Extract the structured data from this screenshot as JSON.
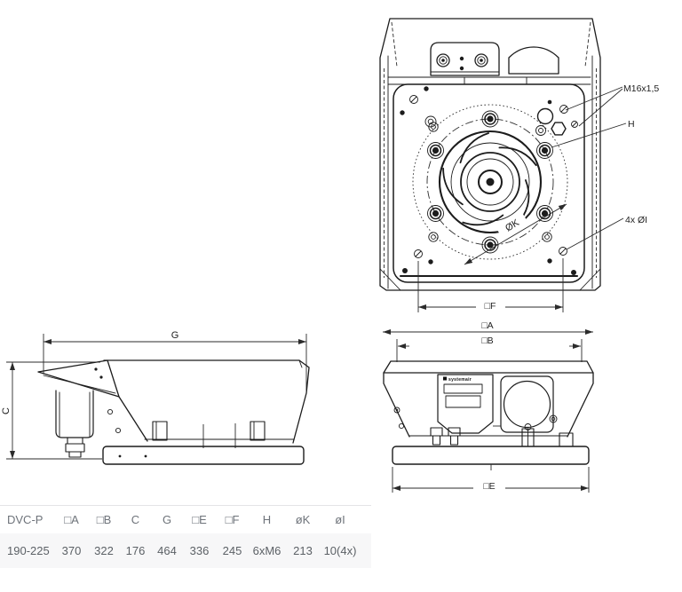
{
  "drawings": {
    "top_view": {
      "labels": {
        "m16": "M16x1,5",
        "h": "H",
        "holes": "4x ØI",
        "bolt_circle": "ØK",
        "dim_f": "□F"
      }
    },
    "front_view": {
      "labels": {
        "dim_a": "□A",
        "dim_b": "□B",
        "dim_e": "□E"
      },
      "brand": "systemair"
    },
    "side_view": {
      "labels": {
        "dim_g": "G",
        "dim_c": "C"
      }
    }
  },
  "table": {
    "columns": [
      "DVC-P",
      "□A",
      "□B",
      "C",
      "G",
      "□E",
      "□F",
      "H",
      "øK",
      "øI"
    ],
    "rows": [
      [
        "190-225",
        "370",
        "322",
        "176",
        "464",
        "336",
        "245",
        "6xM6",
        "213",
        "10(4x)"
      ]
    ]
  },
  "colors": {
    "line": "#1c1c1c",
    "header_text": "#6e737a",
    "row_text": "#5c6166",
    "row_bg": "#f7f7f8",
    "divider": "#e4e4e6"
  }
}
